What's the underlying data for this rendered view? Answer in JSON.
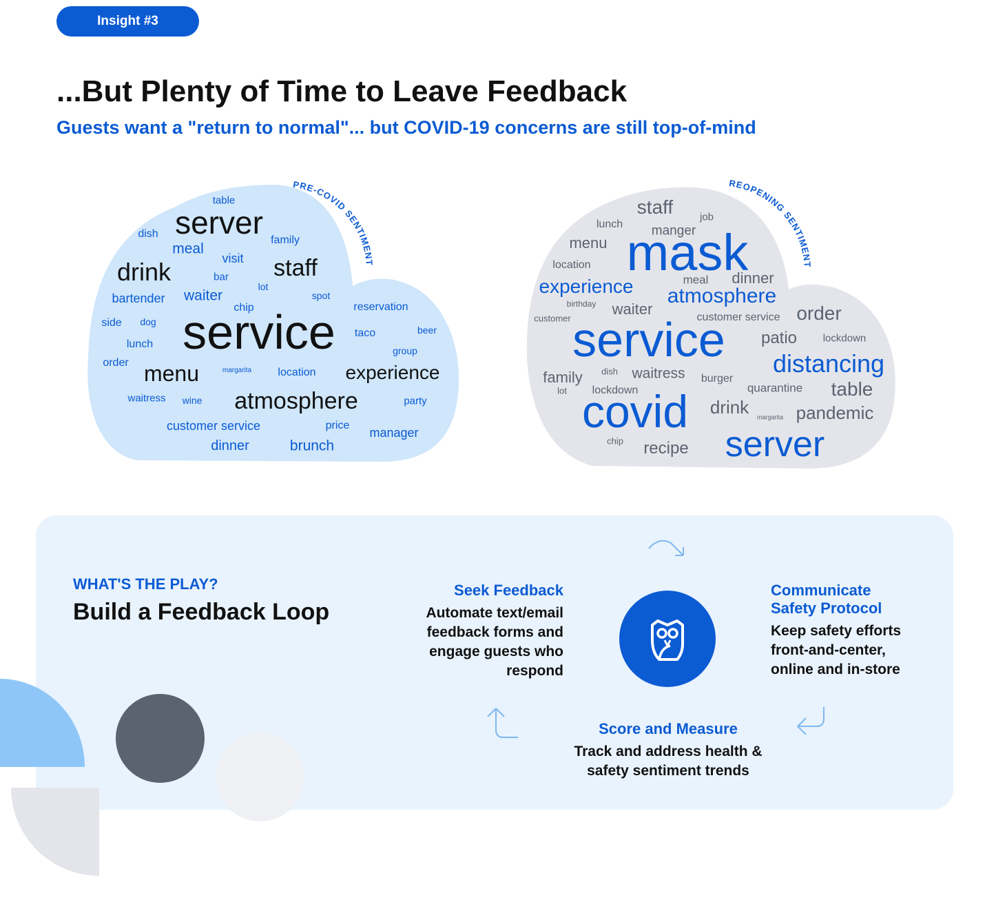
{
  "badge": "Insight #3",
  "title": "...But Plenty of Time to Leave Feedback",
  "subtitle": "Guests want a \"return to normal\"... but COVID-19 concerns are still top-of-mind",
  "colors": {
    "brand_blue": "#0b5bd3",
    "light_blue": "#cfe6fb",
    "grey_cloud": "#e4e5ea",
    "panel_bg": "#e9f3fd",
    "dark_text": "#111111"
  },
  "pre_covid": {
    "label": "PRE-COVID SENTIMENT",
    "words": [
      {
        "t": "table",
        "c": "blue"
      },
      {
        "t": "server",
        "c": "dark"
      },
      {
        "t": "dish",
        "c": "blue"
      },
      {
        "t": "meal",
        "c": "blue"
      },
      {
        "t": "family",
        "c": "blue"
      },
      {
        "t": "visit",
        "c": "blue"
      },
      {
        "t": "drink",
        "c": "dark"
      },
      {
        "t": "staff",
        "c": "dark"
      },
      {
        "t": "bar",
        "c": "blue"
      },
      {
        "t": "lot",
        "c": "blue"
      },
      {
        "t": "bartender",
        "c": "blue"
      },
      {
        "t": "waiter",
        "c": "blue"
      },
      {
        "t": "spot",
        "c": "blue"
      },
      {
        "t": "chip",
        "c": "blue"
      },
      {
        "t": "reservation",
        "c": "blue"
      },
      {
        "t": "side",
        "c": "blue"
      },
      {
        "t": "dog",
        "c": "blue"
      },
      {
        "t": "service",
        "c": "dark"
      },
      {
        "t": "beer",
        "c": "blue"
      },
      {
        "t": "taco",
        "c": "blue"
      },
      {
        "t": "lunch",
        "c": "blue"
      },
      {
        "t": "group",
        "c": "blue"
      },
      {
        "t": "order",
        "c": "blue"
      },
      {
        "t": "menu",
        "c": "dark"
      },
      {
        "t": "margarita",
        "c": "blue"
      },
      {
        "t": "location",
        "c": "blue"
      },
      {
        "t": "experience",
        "c": "dark"
      },
      {
        "t": "waitress",
        "c": "blue"
      },
      {
        "t": "wine",
        "c": "blue"
      },
      {
        "t": "atmosphere",
        "c": "dark"
      },
      {
        "t": "party",
        "c": "blue"
      },
      {
        "t": "customer service",
        "c": "blue"
      },
      {
        "t": "price",
        "c": "blue"
      },
      {
        "t": "manager",
        "c": "blue"
      },
      {
        "t": "dinner",
        "c": "blue"
      },
      {
        "t": "brunch",
        "c": "blue"
      }
    ]
  },
  "reopening": {
    "label": "REOPENING SENTIMENT",
    "words": [
      {
        "t": "staff",
        "c": "grey"
      },
      {
        "t": "job",
        "c": "grey"
      },
      {
        "t": "lunch",
        "c": "grey"
      },
      {
        "t": "manger",
        "c": "grey"
      },
      {
        "t": "menu",
        "c": "grey"
      },
      {
        "t": "mask",
        "c": "blue"
      },
      {
        "t": "location",
        "c": "grey"
      },
      {
        "t": "meal",
        "c": "grey"
      },
      {
        "t": "dinner",
        "c": "grey"
      },
      {
        "t": "experience",
        "c": "blue"
      },
      {
        "t": "atmosphere",
        "c": "blue"
      },
      {
        "t": "birthday",
        "c": "grey"
      },
      {
        "t": "waiter",
        "c": "grey"
      },
      {
        "t": "customer",
        "c": "grey"
      },
      {
        "t": "customer service",
        "c": "grey"
      },
      {
        "t": "order",
        "c": "grey"
      },
      {
        "t": "service",
        "c": "blue"
      },
      {
        "t": "patio",
        "c": "grey"
      },
      {
        "t": "lockdown",
        "c": "grey"
      },
      {
        "t": "distancing",
        "c": "blue"
      },
      {
        "t": "family",
        "c": "grey"
      },
      {
        "t": "dish",
        "c": "grey"
      },
      {
        "t": "waitress",
        "c": "grey"
      },
      {
        "t": "burger",
        "c": "grey"
      },
      {
        "t": "lot",
        "c": "grey"
      },
      {
        "t": "lockdown",
        "c": "grey"
      },
      {
        "t": "quarantine",
        "c": "grey"
      },
      {
        "t": "table",
        "c": "grey"
      },
      {
        "t": "covid",
        "c": "blue"
      },
      {
        "t": "drink",
        "c": "grey"
      },
      {
        "t": "margarita",
        "c": "grey"
      },
      {
        "t": "pandemic",
        "c": "grey"
      },
      {
        "t": "chip",
        "c": "grey"
      },
      {
        "t": "recipe",
        "c": "grey"
      },
      {
        "t": "server",
        "c": "blue"
      }
    ]
  },
  "play": {
    "label": "WHAT'S THE PLAY?",
    "title": "Build a Feedback Loop",
    "seek": {
      "title": "Seek Feedback",
      "lines": [
        "Automate text/email",
        "feedback forms and",
        "engage guests who",
        "respond"
      ]
    },
    "communicate": {
      "title_lines": [
        "Communicate",
        "Safety Protocol"
      ],
      "lines": [
        "Keep safety efforts",
        "front-and-center,",
        "online and in-store"
      ]
    },
    "score": {
      "title": "Score and Measure",
      "lines": [
        "Track and address health &",
        "safety sentiment trends"
      ]
    }
  }
}
